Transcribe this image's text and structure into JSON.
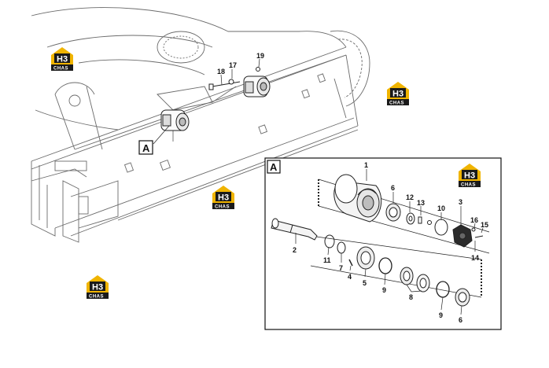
{
  "main_view": {
    "detail_tag": "A",
    "callouts": [
      "17",
      "18",
      "19"
    ]
  },
  "detail_view": {
    "tag": "A",
    "callouts": [
      "1",
      "2",
      "3",
      "4",
      "5",
      "6",
      "6",
      "7",
      "8",
      "9",
      "9",
      "10",
      "11",
      "12",
      "13",
      "14",
      "15",
      "16"
    ]
  },
  "watermark": {
    "mark": "H3",
    "text": "CHAS",
    "colors": {
      "roof": "#f0b400",
      "panel": "#1a1a1a"
    }
  }
}
